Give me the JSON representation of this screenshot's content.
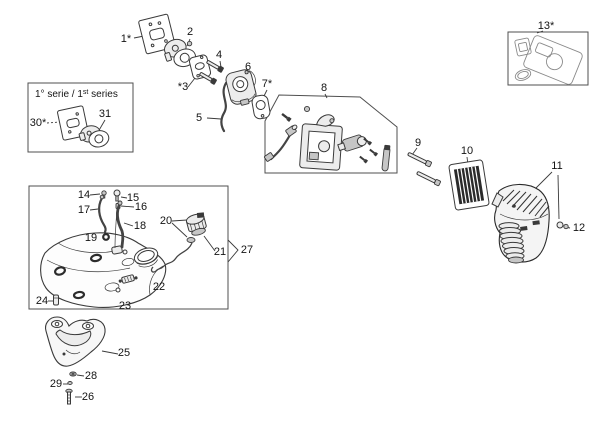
{
  "series_box": {
    "title_prefix": "1° serie / 1",
    "title_sup": "st",
    "title_suffix": " series"
  },
  "labels": {
    "l1": "1*",
    "l2": "2",
    "l3": "*3",
    "l4": "4",
    "l5": "5",
    "l6": "6",
    "l7": "7*",
    "l8": "8",
    "l9": "9",
    "l10": "10",
    "l11": "11",
    "l12": "12",
    "l13": "13*",
    "l14": "14",
    "l15": "15",
    "l16": "16",
    "l17": "17",
    "l18": "18",
    "l19": "19",
    "l20": "20",
    "l21": "21",
    "l22": "22",
    "l23": "23",
    "l24": "24",
    "l25": "25",
    "l26": "26",
    "l27": "27",
    "l28": "28",
    "l29": "29",
    "l30": "30*",
    "l31": "31"
  },
  "colors": {
    "line": "#3a3a3a",
    "label_text": "#141414",
    "background": "#ffffff",
    "dark_fill": "#2b2b2b"
  }
}
